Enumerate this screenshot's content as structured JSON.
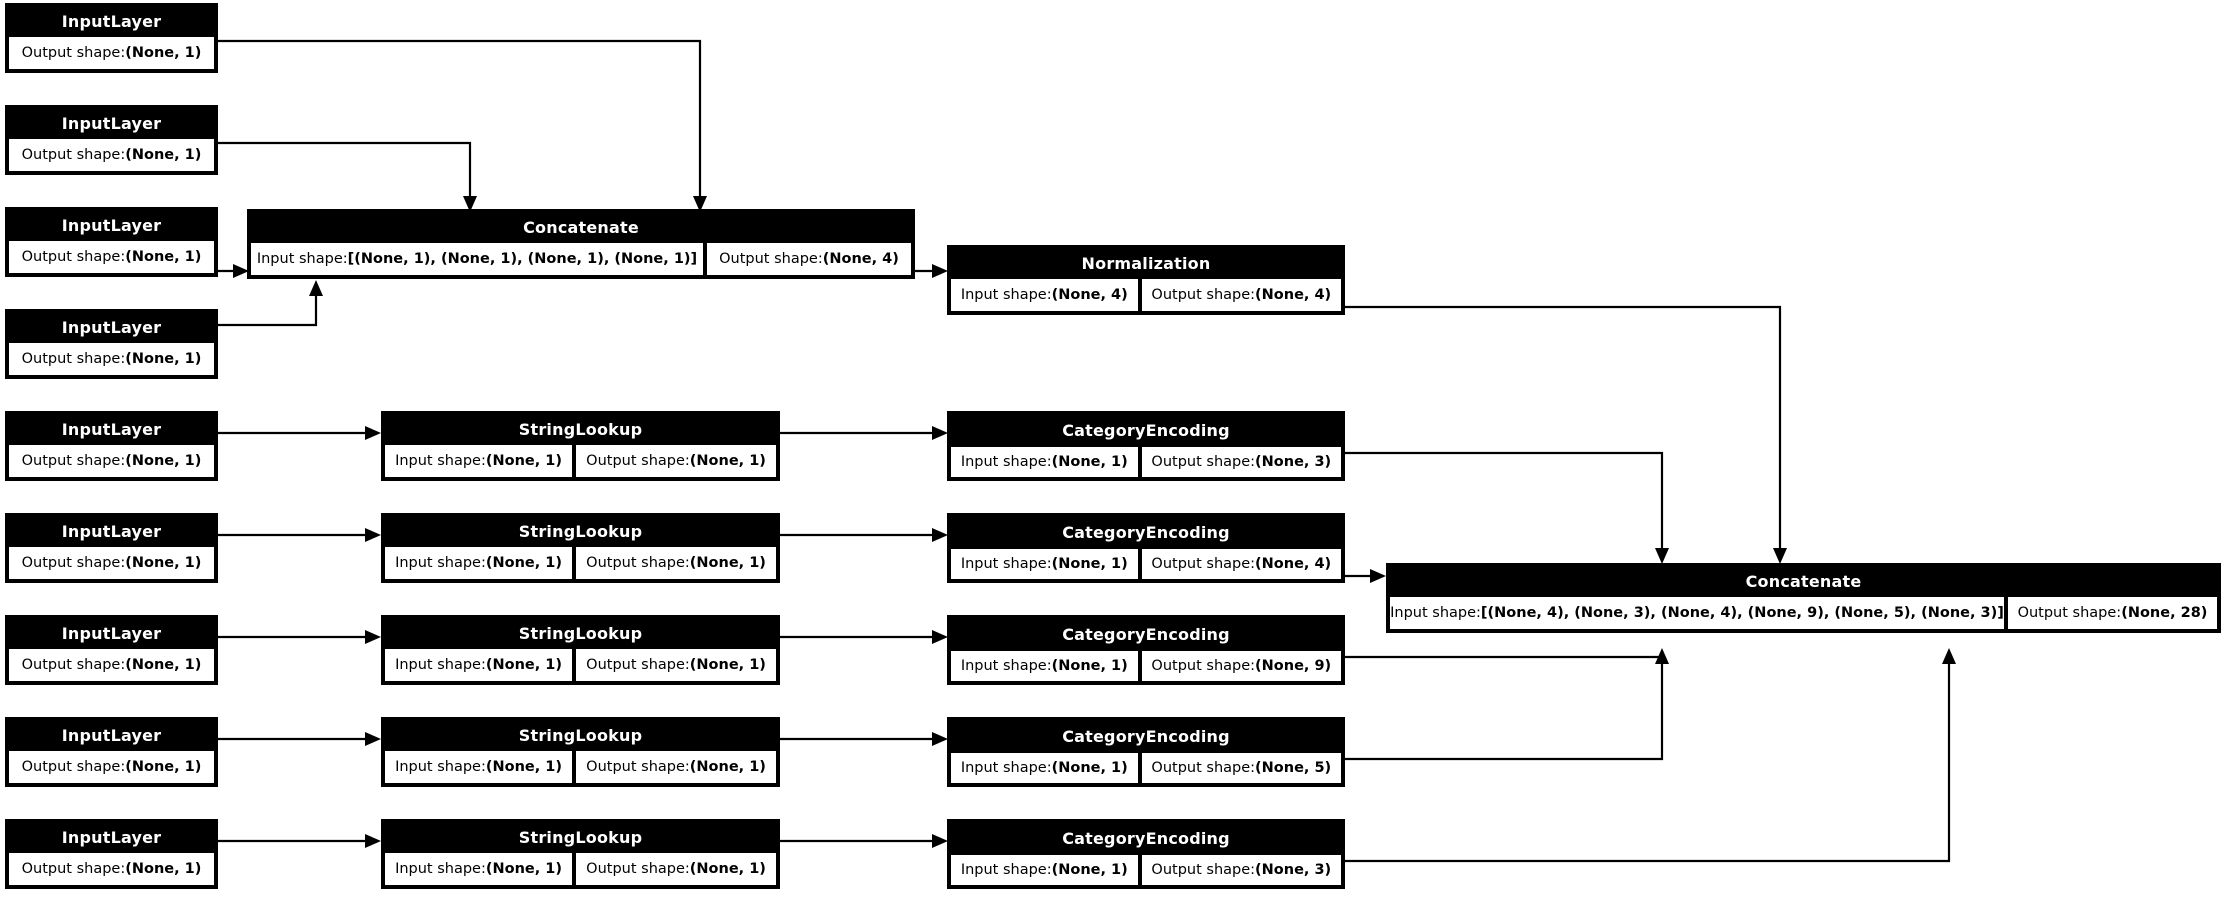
{
  "diagram": {
    "title": "Keras functional model plot",
    "bg_color": "#ffffff",
    "node_header_color": "#000000",
    "node_header_text_color": "#ffffff",
    "node_body_color": "#ffffff",
    "edge_color": "#000000"
  },
  "labels": {
    "input_shape_prefix": "Input shape: ",
    "output_shape_prefix": "Output shape: "
  },
  "nodes": {
    "input_1": {
      "type": "InputLayer",
      "output_shape": "(None, 1)"
    },
    "input_2": {
      "type": "InputLayer",
      "output_shape": "(None, 1)"
    },
    "input_3": {
      "type": "InputLayer",
      "output_shape": "(None, 1)"
    },
    "input_4": {
      "type": "InputLayer",
      "output_shape": "(None, 1)"
    },
    "input_5": {
      "type": "InputLayer",
      "output_shape": "(None, 1)"
    },
    "input_6": {
      "type": "InputLayer",
      "output_shape": "(None, 1)"
    },
    "input_7": {
      "type": "InputLayer",
      "output_shape": "(None, 1)"
    },
    "input_8": {
      "type": "InputLayer",
      "output_shape": "(None, 1)"
    },
    "input_9": {
      "type": "InputLayer",
      "output_shape": "(None, 1)"
    },
    "concat_numeric": {
      "type": "Concatenate",
      "input_shape": "[(None, 1), (None, 1), (None, 1), (None, 1)]",
      "output_shape": "(None, 4)"
    },
    "normalization": {
      "type": "Normalization",
      "input_shape": "(None, 4)",
      "output_shape": "(None, 4)"
    },
    "lookup_1": {
      "type": "StringLookup",
      "input_shape": "(None, 1)",
      "output_shape": "(None, 1)"
    },
    "lookup_2": {
      "type": "StringLookup",
      "input_shape": "(None, 1)",
      "output_shape": "(None, 1)"
    },
    "lookup_3": {
      "type": "StringLookup",
      "input_shape": "(None, 1)",
      "output_shape": "(None, 1)"
    },
    "lookup_4": {
      "type": "StringLookup",
      "input_shape": "(None, 1)",
      "output_shape": "(None, 1)"
    },
    "lookup_5": {
      "type": "StringLookup",
      "input_shape": "(None, 1)",
      "output_shape": "(None, 1)"
    },
    "encoding_1": {
      "type": "CategoryEncoding",
      "input_shape": "(None, 1)",
      "output_shape": "(None, 3)"
    },
    "encoding_2": {
      "type": "CategoryEncoding",
      "input_shape": "(None, 1)",
      "output_shape": "(None, 4)"
    },
    "encoding_3": {
      "type": "CategoryEncoding",
      "input_shape": "(None, 1)",
      "output_shape": "(None, 9)"
    },
    "encoding_4": {
      "type": "CategoryEncoding",
      "input_shape": "(None, 1)",
      "output_shape": "(None, 5)"
    },
    "encoding_5": {
      "type": "CategoryEncoding",
      "input_shape": "(None, 1)",
      "output_shape": "(None, 3)"
    },
    "concat_all": {
      "type": "Concatenate",
      "input_shape": "[(None, 4), (None, 3), (None, 4), (None, 9), (None, 5), (None, 3)]",
      "output_shape": "(None, 28)"
    }
  }
}
